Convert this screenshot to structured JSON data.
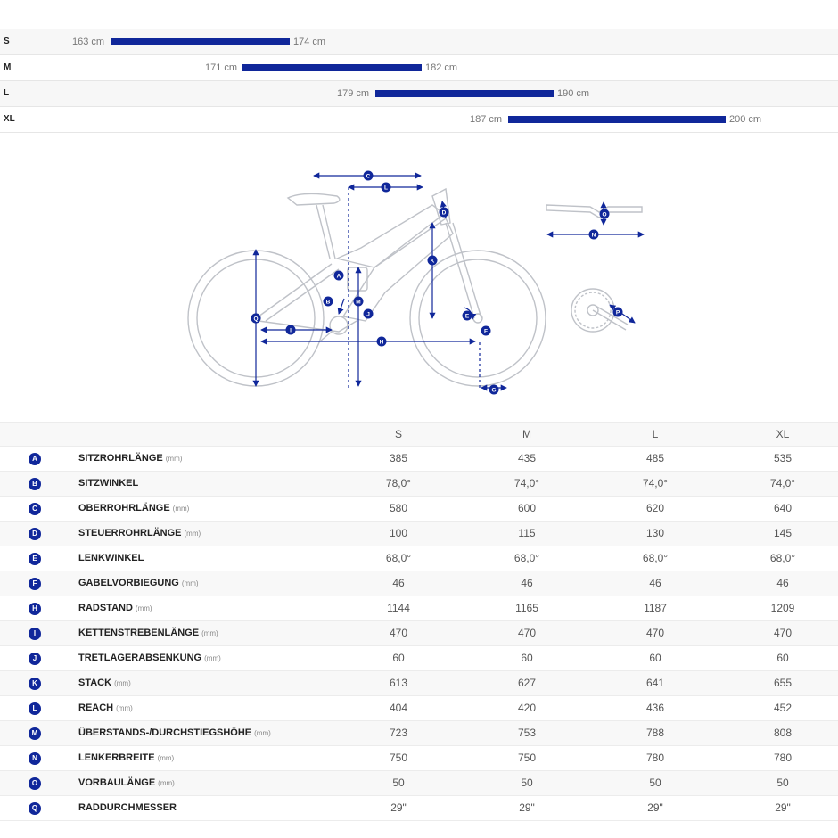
{
  "size_ranges": [
    {
      "size": "S",
      "min_label": "163 cm",
      "max_label": "174 cm",
      "min": 163,
      "max": 174
    },
    {
      "size": "M",
      "min_label": "171 cm",
      "max_label": "182 cm",
      "min": 171,
      "max": 182
    },
    {
      "size": "L",
      "min_label": "179 cm",
      "max_label": "190 cm",
      "min": 179,
      "max": 190
    },
    {
      "size": "XL",
      "min_label": "187 cm",
      "max_label": "200 cm",
      "min": 187,
      "max": 200
    }
  ],
  "diagram_markers": [
    "A",
    "B",
    "C",
    "D",
    "E",
    "F",
    "G",
    "H",
    "I",
    "J",
    "K",
    "L",
    "M",
    "N",
    "O",
    "P",
    "Q"
  ],
  "geometry": {
    "sizes": [
      "S",
      "M",
      "L",
      "XL"
    ],
    "rows": [
      {
        "badge": "A",
        "name": "SITZROHRLÄNGE",
        "unit": "(mm)",
        "values": [
          "385",
          "435",
          "485",
          "535"
        ]
      },
      {
        "badge": "B",
        "name": "SITZWINKEL",
        "unit": "",
        "values": [
          "78,0°",
          "74,0°",
          "74,0°",
          "74,0°"
        ]
      },
      {
        "badge": "C",
        "name": "OBERROHRLÄNGE",
        "unit": "(mm)",
        "values": [
          "580",
          "600",
          "620",
          "640"
        ]
      },
      {
        "badge": "D",
        "name": "STEUERROHRLÄNGE",
        "unit": "(mm)",
        "values": [
          "100",
          "115",
          "130",
          "145"
        ]
      },
      {
        "badge": "E",
        "name": "LENKWINKEL",
        "unit": "",
        "values": [
          "68,0°",
          "68,0°",
          "68,0°",
          "68,0°"
        ]
      },
      {
        "badge": "F",
        "name": "GABELVORBIEGUNG",
        "unit": "(mm)",
        "values": [
          "46",
          "46",
          "46",
          "46"
        ]
      },
      {
        "badge": "H",
        "name": "RADSTAND",
        "unit": "(mm)",
        "values": [
          "1144",
          "1165",
          "1187",
          "1209"
        ]
      },
      {
        "badge": "I",
        "name": "KETTENSTREBENLÄNGE",
        "unit": "(mm)",
        "values": [
          "470",
          "470",
          "470",
          "470"
        ]
      },
      {
        "badge": "J",
        "name": "TRETLAGERABSENKUNG",
        "unit": "(mm)",
        "values": [
          "60",
          "60",
          "60",
          "60"
        ]
      },
      {
        "badge": "K",
        "name": "STACK",
        "unit": "(mm)",
        "values": [
          "613",
          "627",
          "641",
          "655"
        ]
      },
      {
        "badge": "L",
        "name": "REACH",
        "unit": "(mm)",
        "values": [
          "404",
          "420",
          "436",
          "452"
        ]
      },
      {
        "badge": "M",
        "name": "ÜBERSTANDS-/DURCHSTIEGSHÖHE",
        "unit": "(mm)",
        "values": [
          "723",
          "753",
          "788",
          "808"
        ]
      },
      {
        "badge": "N",
        "name": "LENKERBREITE",
        "unit": "(mm)",
        "values": [
          "750",
          "750",
          "780",
          "780"
        ]
      },
      {
        "badge": "O",
        "name": "VORBAULÄNGE",
        "unit": "(mm)",
        "values": [
          "50",
          "50",
          "50",
          "50"
        ]
      },
      {
        "badge": "Q",
        "name": "RADDURCHMESSER",
        "unit": "",
        "values": [
          "29\"",
          "29\"",
          "29\"",
          "29\""
        ]
      }
    ]
  },
  "colors": {
    "accent": "#10279a",
    "line": "#bfc2c8",
    "dim": "#10279a"
  }
}
